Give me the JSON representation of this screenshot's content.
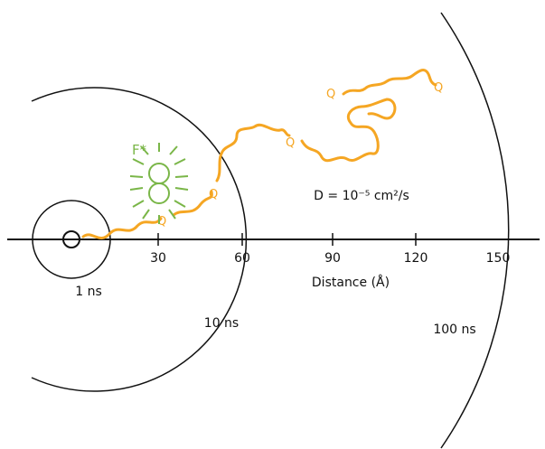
{
  "colors": {
    "ink": "#111111",
    "chain": "#f5a623",
    "quencher_label": "#f5a623",
    "fluorophore": "#7ab648"
  },
  "axis": {
    "label": "Distance (Å)",
    "ticks": [
      "30",
      "60",
      "90",
      "120",
      "150"
    ]
  },
  "radius_labels": {
    "r1": "1 ns",
    "r2": "10 ns",
    "r3": "100 ns"
  },
  "diffusion": "D = 10⁻⁵ cm²/s",
  "fluorophore": {
    "label": "F*",
    "icon": "sunburst-icon"
  },
  "quencher": {
    "label": "Q"
  }
}
